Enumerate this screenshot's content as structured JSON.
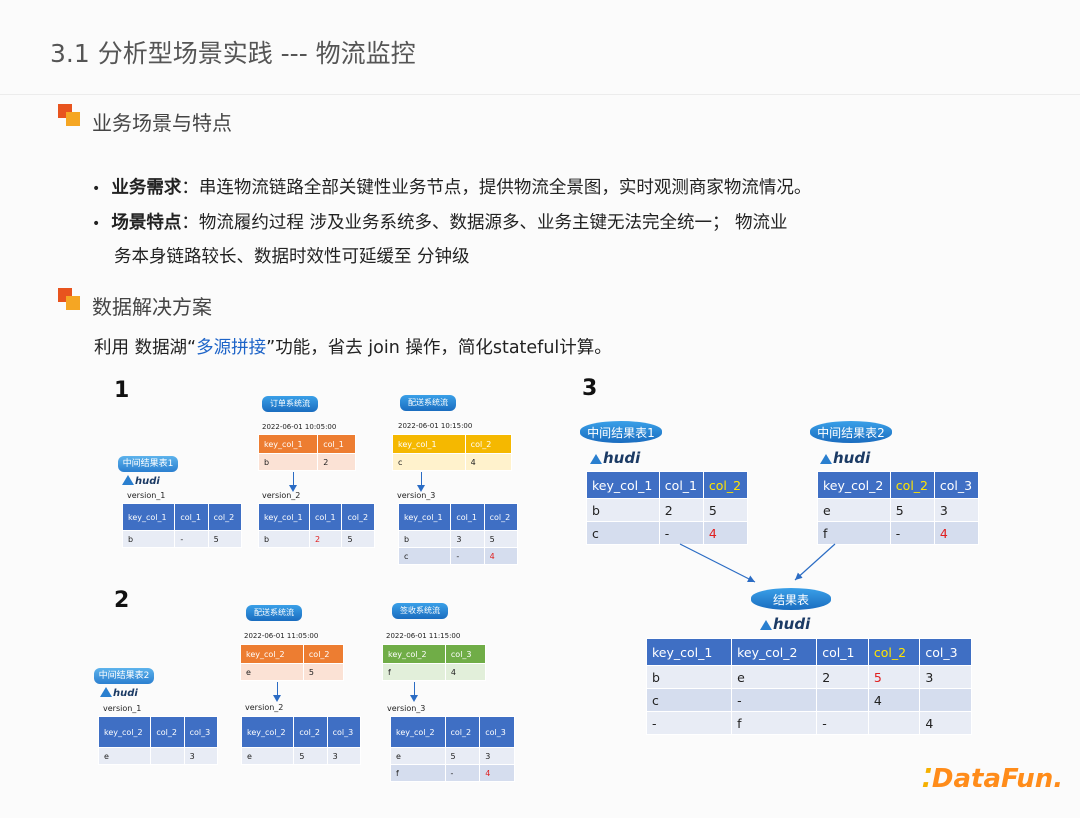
{
  "title": "3.1 分析型场景实践 --- 物流监控",
  "section1": {
    "title": "业务场景与特点"
  },
  "bullets": [
    {
      "label": "业务需求",
      "text": "：串连物流链路全部关键性业务节点，提供物流全景图，实时观测商家物流情况。"
    },
    {
      "label": "场景特点",
      "text": "：物流履约过程 涉及业务系统多、数据源多、业务主键无法完全统一； 物流业",
      "text2": "务本身链路较长、数据时效性可延缓至 分钟级"
    }
  ],
  "section2": {
    "title": "数据解决方案"
  },
  "solution": {
    "pre": "利用 数据湖“",
    "highlight": "多源拼接",
    "post": "”功能，省去 join 操作，简化stateful计算。"
  },
  "logo_text": "hudi",
  "d1": {
    "num": "1",
    "base_label": "中间结果表1",
    "base_version": "version_1",
    "base_header": [
      "key_col_1",
      "col_1",
      "col_2"
    ],
    "base_row": [
      "b",
      "-",
      "5"
    ],
    "s1_label": "订单系统流",
    "s1_time": "2022-06-01 10:05:00",
    "s1_header": [
      "key_col_1",
      "col_1"
    ],
    "s1_row": [
      "b",
      "2"
    ],
    "v2_version": "version_2",
    "v2_header": [
      "key_col_1",
      "col_1",
      "col_2"
    ],
    "v2_row": [
      "b",
      "2",
      "5"
    ],
    "s2_label": "配送系统流",
    "s2_time": "2022-06-01 10:15:00",
    "s2_header": [
      "key_col_1",
      "col_2"
    ],
    "s2_row": [
      "c",
      "4"
    ],
    "v3_version": "version_3",
    "v3_header": [
      "key_col_1",
      "col_1",
      "col_2"
    ],
    "v3_rows": [
      [
        "b",
        "3",
        "5"
      ],
      [
        "c",
        "-",
        "4"
      ]
    ]
  },
  "d2": {
    "num": "2",
    "base_label": "中间结果表2",
    "base_version": "version_1",
    "base_header": [
      "key_col_2",
      "col_2",
      "col_3"
    ],
    "base_row": [
      "e",
      "",
      "3"
    ],
    "s1_label": "配送系统流",
    "s1_time": "2022-06-01 11:05:00",
    "s1_header": [
      "key_col_2",
      "col_2"
    ],
    "s1_row": [
      "e",
      "5"
    ],
    "v2_version": "version_2",
    "v2_header": [
      "key_col_2",
      "col_2",
      "col_3"
    ],
    "v2_row": [
      "e",
      "5",
      "3"
    ],
    "s2_label": "签收系统流",
    "s2_time": "2022-06-01 11:15:00",
    "s2_header": [
      "key_col_2",
      "col_3"
    ],
    "s2_row": [
      "f",
      "4"
    ],
    "v3_version": "version_3",
    "v3_header": [
      "key_col_2",
      "col_2",
      "col_3"
    ],
    "v3_rows": [
      [
        "e",
        "5",
        "3"
      ],
      [
        "f",
        "-",
        "4"
      ]
    ]
  },
  "d3": {
    "num": "3",
    "left_label": "中间结果表1",
    "left_header": [
      "key_col_1",
      "col_1",
      "col_2"
    ],
    "left_rows": [
      [
        "b",
        "2",
        "5"
      ],
      [
        "c",
        "-",
        "4"
      ]
    ],
    "right_label": "中间结果表2",
    "right_header": [
      "key_col_2",
      "col_2",
      "col_3"
    ],
    "right_rows": [
      [
        "e",
        "5",
        "3"
      ],
      [
        "f",
        "-",
        "4"
      ]
    ],
    "result_label": "结果表",
    "result_header": [
      "key_col_1",
      "key_col_2",
      "col_1",
      "col_2",
      "col_3"
    ],
    "result_rows": [
      [
        "b",
        "e",
        "2",
        "5",
        "3"
      ],
      [
        "c",
        "-",
        "",
        "4",
        ""
      ],
      [
        "-",
        "f",
        "-",
        "",
        "4"
      ]
    ]
  },
  "brand": {
    "mark": "⁚",
    "name": "DataFun."
  },
  "colors": {
    "header_blue": "#3f6fc4",
    "highlight_red": "#e02020",
    "highlight_yellow": "#ffe400",
    "orange": "#ed7d31",
    "gold": "#f5b800",
    "green": "#70ad47"
  }
}
